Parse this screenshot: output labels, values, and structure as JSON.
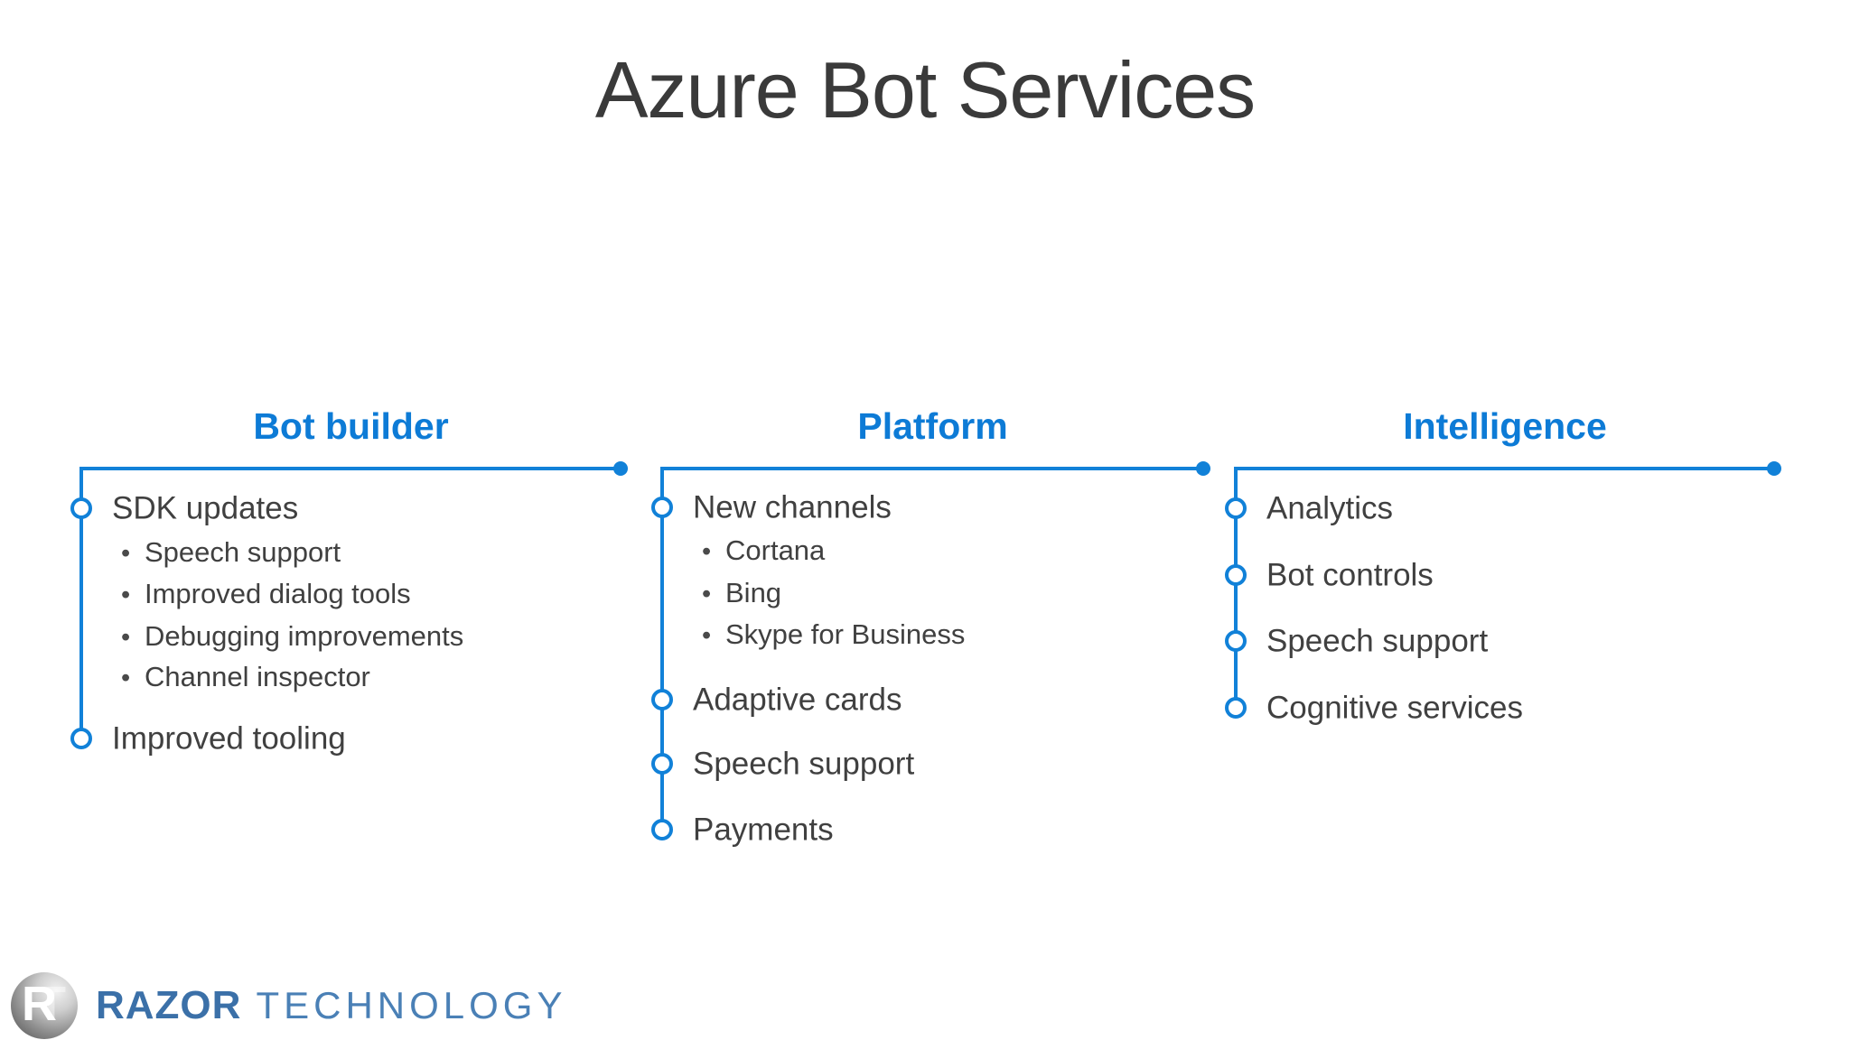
{
  "title": "Azure Bot Services",
  "colors": {
    "accent_heading_blue": "#0d7bd6",
    "accent_line_blue": "#1181d8",
    "body_text_gray": "#404040",
    "title_gray": "#3a3a3a",
    "brand_blue": "#3b70a8",
    "brand_light_blue": "#4a80b6"
  },
  "columns": [
    {
      "heading": "Bot builder",
      "items": [
        {
          "label": "SDK updates",
          "subitems": [
            "Speech support",
            "Improved dialog tools",
            "Debugging improvements",
            "Channel inspector"
          ]
        },
        {
          "label": "Improved tooling",
          "subitems": []
        }
      ]
    },
    {
      "heading": "Platform",
      "items": [
        {
          "label": "New channels",
          "subitems": [
            "Cortana",
            "Bing",
            "Skype for Business"
          ]
        },
        {
          "label": "Adaptive cards",
          "subitems": []
        },
        {
          "label": "Speech support",
          "subitems": []
        },
        {
          "label": "Payments",
          "subitems": []
        }
      ]
    },
    {
      "heading": "Intelligence",
      "items": [
        {
          "label": "Analytics",
          "subitems": []
        },
        {
          "label": "Bot controls",
          "subitems": []
        },
        {
          "label": "Speech support",
          "subitems": []
        },
        {
          "label": "Cognitive services",
          "subitems": []
        }
      ]
    }
  ],
  "footer": {
    "monogram_r": "R",
    "monogram_t": "T",
    "brand_primary": "RAZOR",
    "brand_secondary": "TECHNOLOGY"
  }
}
